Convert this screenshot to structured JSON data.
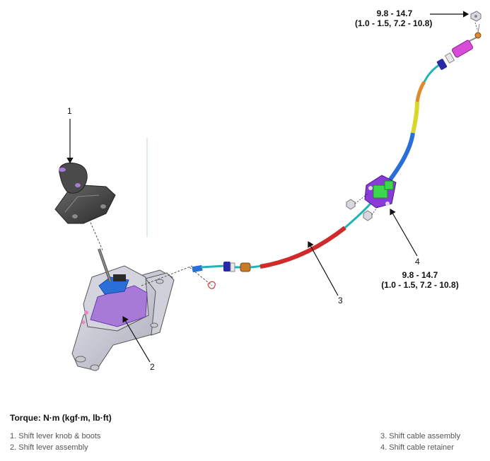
{
  "callouts": {
    "n1": "1",
    "n2": "2",
    "n3": "3",
    "n4": "4"
  },
  "torque_top": {
    "line1": "9.8 - 14.7",
    "line2": "(1.0 - 1.5, 7.2 - 10.8)"
  },
  "torque_retainer": {
    "line1": "9.8 - 14.7",
    "line2": "(1.0 - 1.5, 7.2 - 10.8)"
  },
  "torque_heading": "Torque: N·m (kgf·m, lb·ft)",
  "legend": {
    "item1": "1. Shift lever knob & boots",
    "item2": "2. Shift lever assembly",
    "item3": "3. Shift cable assembly",
    "item4": "4. Shift cable retainer"
  },
  "colors": {
    "cable_cyan": "#1fb5b5",
    "cable_red": "#d02a2a",
    "cable_blue": "#2a6ed8",
    "cable_yellow": "#d8d82a",
    "cable_orange": "#e08a2a",
    "retainer_purple": "#8a3ad8",
    "retainer_green": "#3ad84a",
    "boot_dark": "#3a3a3a",
    "lever_purple": "#a87ad8",
    "body_grey": "#c8c8d0"
  }
}
